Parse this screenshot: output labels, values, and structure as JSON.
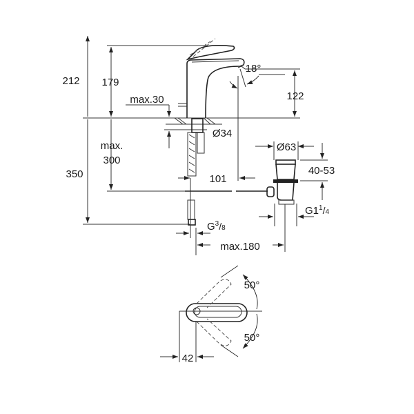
{
  "title": "Basin mixer dimension drawing",
  "dimensions": {
    "total_height": "212",
    "faucet_height": "179",
    "spout_angle": "18°",
    "spout_height": "122",
    "deck_thickness": "max.30",
    "hole_diameter": "Ø34",
    "hose_length_line1": "max.",
    "hose_length_line2": "300",
    "below_deck": "350",
    "waste_diameter": "Ø63",
    "waste_range": "40-53",
    "spout_reach": "101",
    "waste_thread_main": "G1",
    "waste_thread_num": "1",
    "waste_thread_den": "4",
    "supply_thread_main": "G",
    "supply_thread_num": "3",
    "supply_thread_den": "8",
    "waste_distance": "max.180",
    "swivel_up": "50°",
    "swivel_down": "50°",
    "lever_offset": "42"
  },
  "colors": {
    "line": "#333333",
    "text": "#1a1a1a"
  }
}
